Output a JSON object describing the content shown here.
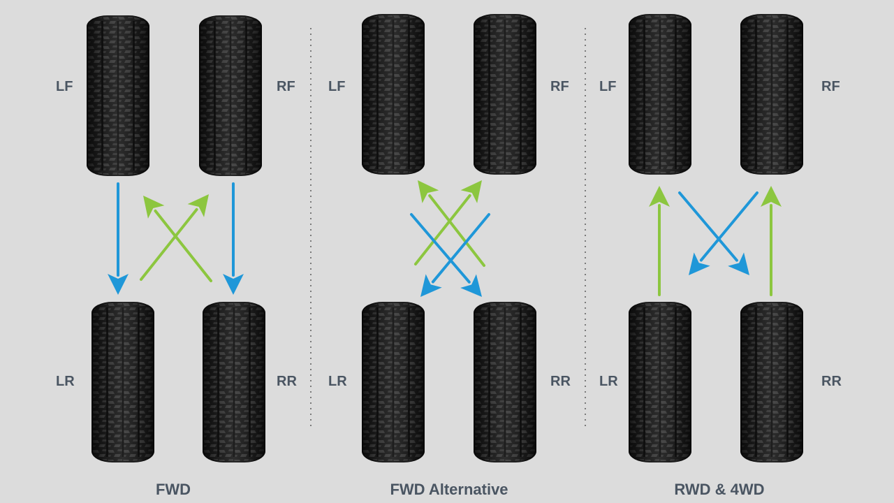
{
  "colors": {
    "background": "#dcdcdc",
    "blue_arrow": "#1f97d8",
    "green_arrow": "#8cc63f",
    "label_text": "#4a5562",
    "divider": "#7a7a7a"
  },
  "tire_icon": "tire-icon",
  "panels": [
    {
      "title": "FWD",
      "labels": {
        "lf": "LF",
        "rf": "RF",
        "lr": "LR",
        "rr": "RR"
      },
      "arrows": [
        {
          "from": "lf",
          "to": "lr",
          "color": "blue"
        },
        {
          "from": "rf",
          "to": "rr",
          "color": "blue"
        },
        {
          "from": "lr",
          "to": "rf",
          "color": "green"
        },
        {
          "from": "rr",
          "to": "lf",
          "color": "green"
        }
      ]
    },
    {
      "title": "FWD Alternative",
      "labels": {
        "lf": "LF",
        "rf": "RF",
        "lr": "LR",
        "rr": "RR"
      },
      "arrows": [
        {
          "from": "rr",
          "to": "lf",
          "color": "green"
        },
        {
          "from": "lr",
          "to": "rf",
          "color": "green"
        },
        {
          "from": "lf",
          "to": "rr",
          "color": "blue"
        },
        {
          "from": "rf",
          "to": "lr",
          "color": "blue"
        }
      ]
    },
    {
      "title": "RWD & 4WD",
      "labels": {
        "lf": "LF",
        "rf": "RF",
        "lr": "LR",
        "rr": "RR"
      },
      "arrows": [
        {
          "from": "lr",
          "to": "lf",
          "color": "green"
        },
        {
          "from": "rr",
          "to": "rf",
          "color": "green"
        },
        {
          "from": "lf",
          "to": "rr",
          "color": "blue"
        },
        {
          "from": "rf",
          "to": "lr",
          "color": "blue"
        }
      ]
    }
  ]
}
